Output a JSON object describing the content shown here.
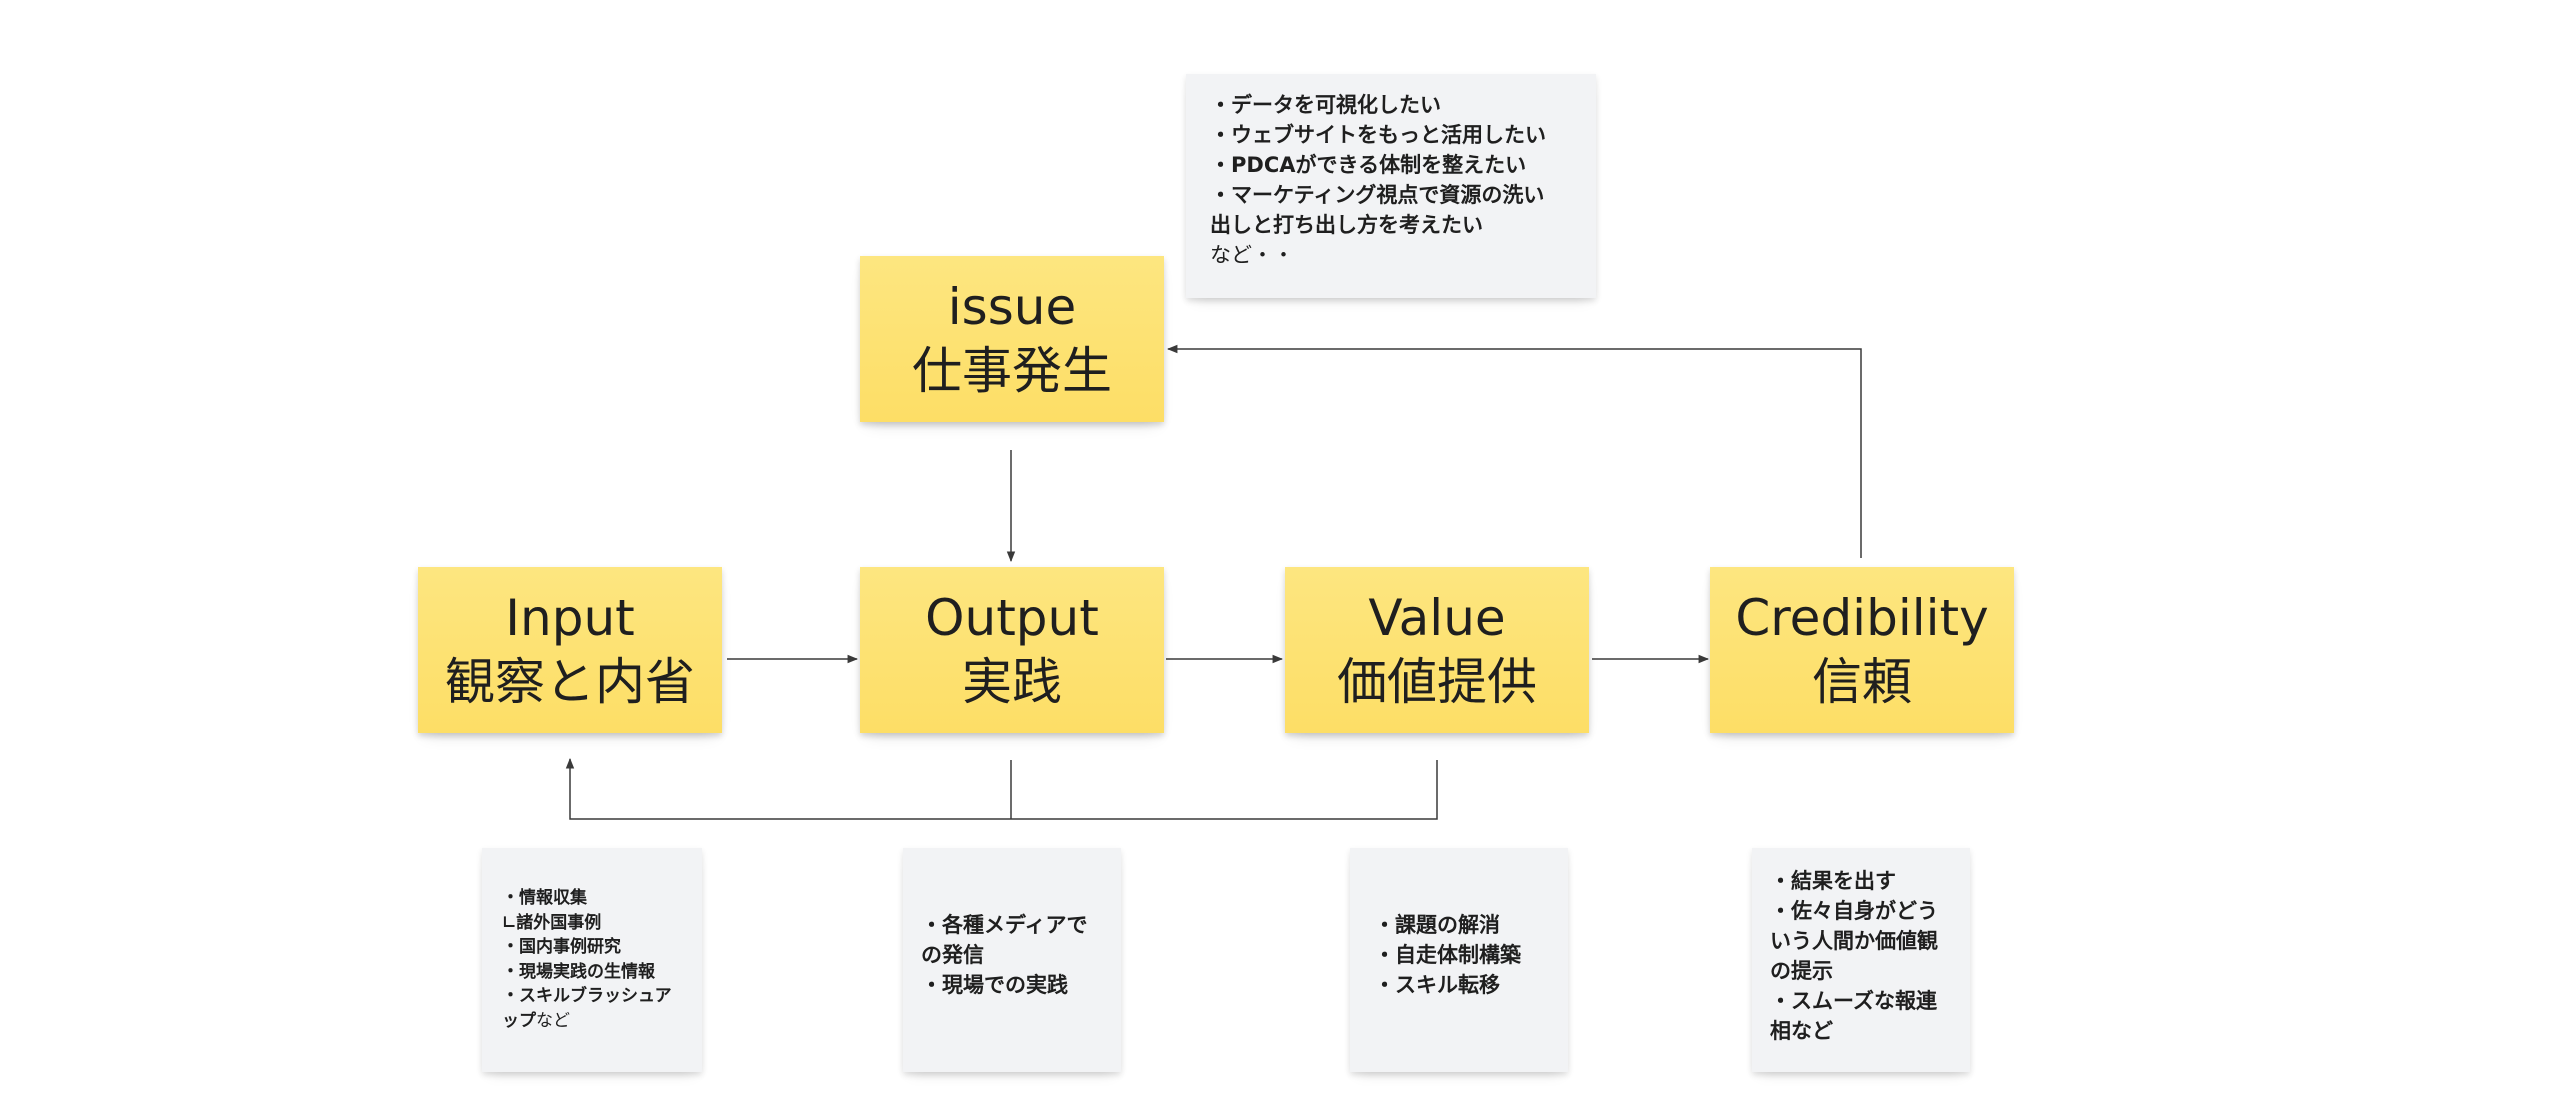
{
  "diagram": {
    "nodes": {
      "issue": {
        "line1": "issue",
        "line2": "仕事発生"
      },
      "input": {
        "line1": "Input",
        "line2": "観察と内省"
      },
      "output": {
        "line1": "Output",
        "line2": "実践"
      },
      "value": {
        "line1": "Value",
        "line2": "価値提供"
      },
      "credibility": {
        "line1": "Credibility",
        "line2": "信頼"
      }
    },
    "notes": {
      "issue": {
        "items": [
          "・データを可視化したい",
          "・ウェブサイトをもっと活用したい",
          "・PDCAができる体制を整えたい",
          "・マーケティング視点で資源の洗い\n出しと打ち出し方を考えたい"
        ],
        "suffix": "など・・"
      },
      "input": {
        "items": [
          "・情報収集",
          "∟諸外国事例",
          "・国内事例研究",
          "・現場実践の生情報",
          "・スキルブラッシュア\nップ"
        ],
        "suffix": "など"
      },
      "output": {
        "items": [
          "・各種メディアで\nの発信",
          "・現場での実践"
        ]
      },
      "value": {
        "items": [
          "・課題の解消",
          "・自走体制構築",
          "・スキル転移"
        ]
      },
      "credibility": {
        "items": [
          "・結果を出す",
          "・佐々自身がどう\nいう人間か価値観\nの提示",
          "・スムーズな報連\n相など"
        ]
      }
    },
    "colors": {
      "sticky_yellow": "#fde27a",
      "note_gray": "#f2f3f5",
      "connector": "#3a3a3a"
    }
  }
}
